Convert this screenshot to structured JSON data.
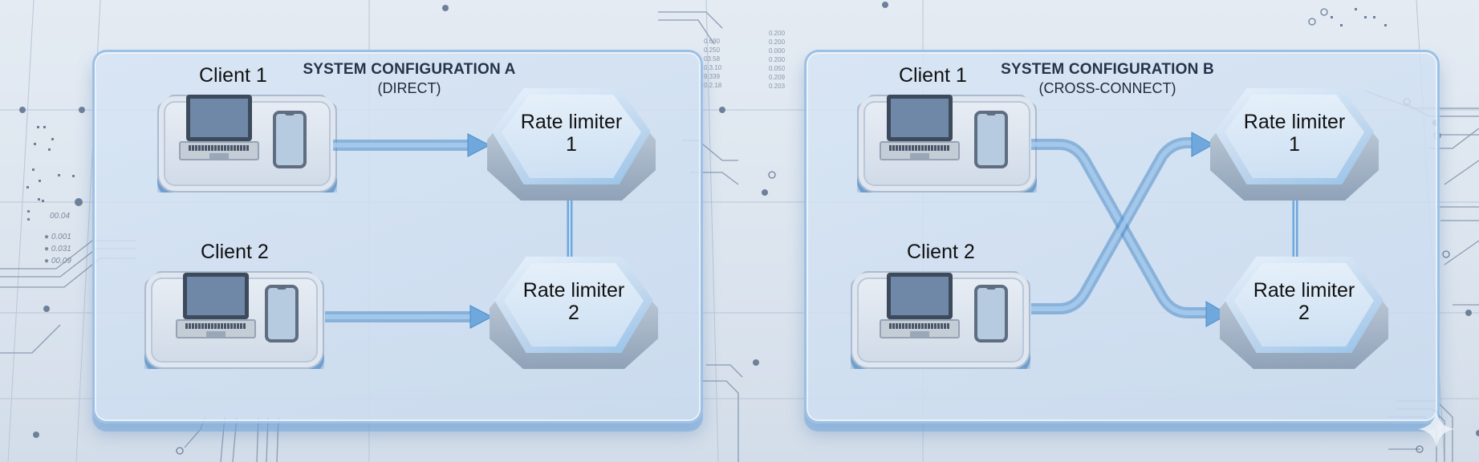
{
  "colors": {
    "background": "#dde5ef",
    "panel_border": "#96bee6",
    "connector_blue": "#6fa8dc",
    "title_text": "#24344a",
    "label_text": "#111111"
  },
  "config_a": {
    "title": "SYSTEM CONFIGURATION A",
    "subtitle": "(DIRECT)",
    "clients": [
      {
        "label": "Client 1",
        "devices": [
          "laptop-icon",
          "smartphone-icon"
        ]
      },
      {
        "label": "Client 2",
        "devices": [
          "laptop-icon",
          "smartphone-icon"
        ]
      }
    ],
    "rate_limiters": [
      {
        "label": "Rate limiter",
        "number": "1"
      },
      {
        "label": "Rate limiter",
        "number": "2"
      }
    ],
    "connections": [
      {
        "from": "Client 1",
        "to": "Rate limiter 1"
      },
      {
        "from": "Client 2",
        "to": "Rate limiter 2"
      },
      {
        "from": "Rate limiter 1",
        "to": "Rate limiter 2",
        "type": "link"
      }
    ]
  },
  "config_b": {
    "title": "SYSTEM CONFIGURATION B",
    "subtitle": "(CROSS-CONNECT)",
    "clients": [
      {
        "label": "Client 1",
        "devices": [
          "laptop-icon",
          "smartphone-icon"
        ]
      },
      {
        "label": "Client 2",
        "devices": [
          "laptop-icon",
          "smartphone-icon"
        ]
      }
    ],
    "rate_limiters": [
      {
        "label": "Rate limiter",
        "number": "1"
      },
      {
        "label": "Rate limiter",
        "number": "2"
      }
    ],
    "connections": [
      {
        "from": "Client 1",
        "to": "Rate limiter 2"
      },
      {
        "from": "Client 2",
        "to": "Rate limiter 1"
      },
      {
        "from": "Rate limiter 1",
        "to": "Rate limiter 2",
        "type": "link"
      }
    ]
  },
  "decor": {
    "numbers_mid_left": [
      "0.690",
      "0.250",
      "03.58",
      "0.3.10",
      "9.339",
      "0.2.18"
    ],
    "numbers_mid_right": [
      "0.200",
      "0.200",
      "0.000",
      "0.200",
      "0.050",
      "0.209",
      "0.203"
    ],
    "numbers_left": [
      "00.04",
      "0.001",
      "0.031",
      "00.09"
    ],
    "watermark_icon": "sparkle-icon"
  }
}
